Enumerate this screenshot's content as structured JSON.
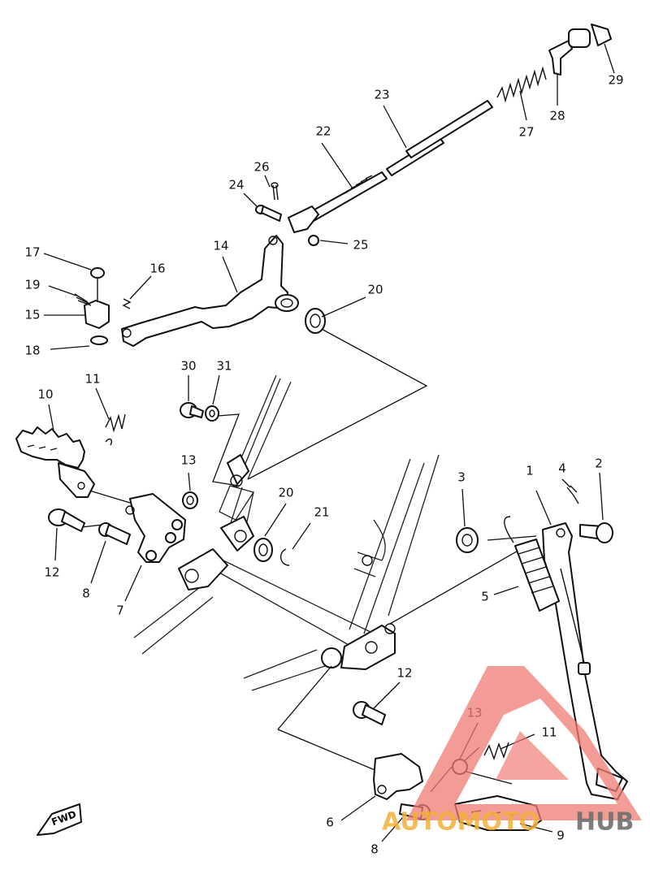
{
  "callouts": [
    {
      "id": "c1",
      "label": "1"
    },
    {
      "id": "c2",
      "label": "2"
    },
    {
      "id": "c3",
      "label": "3"
    },
    {
      "id": "c4",
      "label": "4"
    },
    {
      "id": "c5",
      "label": "5"
    },
    {
      "id": "c6",
      "label": "6"
    },
    {
      "id": "c7",
      "label": "7"
    },
    {
      "id": "c8a",
      "label": "8"
    },
    {
      "id": "c8b",
      "label": "8"
    },
    {
      "id": "c9",
      "label": "9"
    },
    {
      "id": "c10",
      "label": "10"
    },
    {
      "id": "c11a",
      "label": "11"
    },
    {
      "id": "c11b",
      "label": "11"
    },
    {
      "id": "c12a",
      "label": "12"
    },
    {
      "id": "c12b",
      "label": "12"
    },
    {
      "id": "c13a",
      "label": "13"
    },
    {
      "id": "c13b",
      "label": "13"
    },
    {
      "id": "c14",
      "label": "14"
    },
    {
      "id": "c15",
      "label": "15"
    },
    {
      "id": "c16",
      "label": "16"
    },
    {
      "id": "c17",
      "label": "17"
    },
    {
      "id": "c18",
      "label": "18"
    },
    {
      "id": "c19",
      "label": "19"
    },
    {
      "id": "c20a",
      "label": "20"
    },
    {
      "id": "c20b",
      "label": "20"
    },
    {
      "id": "c21",
      "label": "21"
    },
    {
      "id": "c22",
      "label": "22"
    },
    {
      "id": "c23",
      "label": "23"
    },
    {
      "id": "c24",
      "label": "24"
    },
    {
      "id": "c25",
      "label": "25"
    },
    {
      "id": "c26",
      "label": "26"
    },
    {
      "id": "c27",
      "label": "27"
    },
    {
      "id": "c28",
      "label": "28"
    },
    {
      "id": "c29",
      "label": "29"
    },
    {
      "id": "c30",
      "label": "30"
    },
    {
      "id": "c31",
      "label": "31"
    }
  ],
  "direction_marker": {
    "label": "FWD"
  },
  "watermark": {
    "part1": "AUTOMOTO",
    "part2": "HUB",
    "colors": {
      "logo": "#f07b74",
      "text_orange": "#f2b13a",
      "text_gray": "#6f6f6f"
    }
  }
}
